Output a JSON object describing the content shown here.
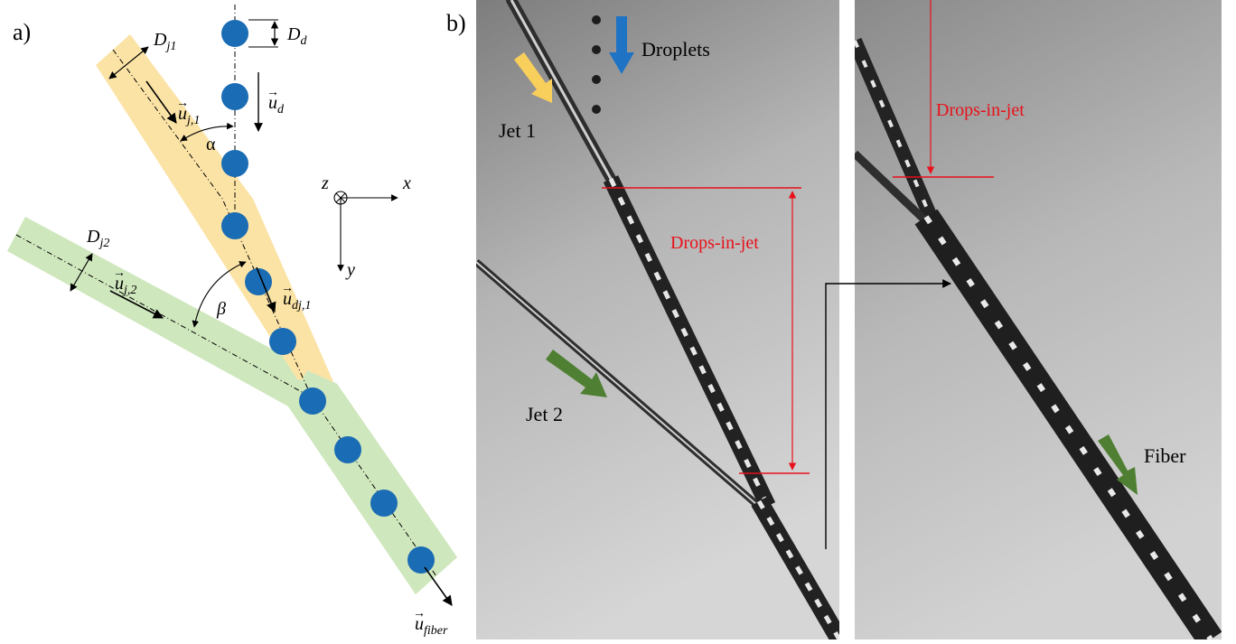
{
  "panel_a": {
    "label": "a)",
    "labels": {
      "d_d_main": "D",
      "d_d_sub": "d",
      "u_d_main": "u",
      "u_d_sub": "d",
      "d_j1_main": "D",
      "d_j1_sub": "j1",
      "u_j1_main": "u",
      "u_j1_sub": "j,1",
      "alpha": "α",
      "beta": "β",
      "d_j2_main": "D",
      "d_j2_sub": "j2",
      "u_j2_main": "u",
      "u_j2_sub": "j,2",
      "u_dj1_main": "u",
      "u_dj1_sub": "dj,1",
      "u_fiber_main": "u",
      "u_fiber_sub": "fiber",
      "axis_z": "z",
      "axis_x": "x",
      "axis_y": "y"
    }
  },
  "panel_b": {
    "label": "b)",
    "droplets_label": "Droplets",
    "jet1_label": "Jet 1",
    "jet2_label": "Jet 2",
    "drops_in_jet_left": "Drops-in-jet",
    "drops_in_jet_right": "Drops-in-jet",
    "fiber_label": "Fiber"
  },
  "colors": {
    "jet1_fill": "#fbe3a6",
    "jet2_fill": "#cfe7bd",
    "droplet": "#1a6cb4",
    "annotation_red": "#e8101a",
    "arrow_yellow": "#f9cf5c",
    "arrow_blue": "#1f73c4",
    "arrow_green": "#4f7f32"
  }
}
